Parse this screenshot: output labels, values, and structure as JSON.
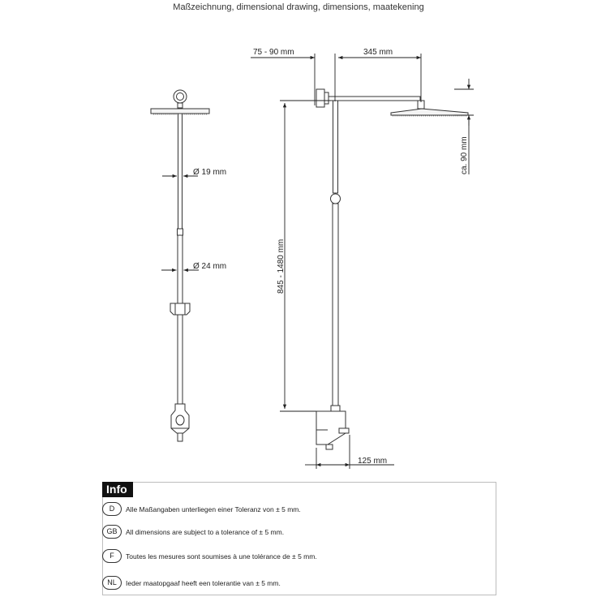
{
  "title": "Maßzeichnung, dimensional drawing, dimensions, maatekening",
  "dimensions": {
    "d19": "Ø 19 mm",
    "d24": "Ø 24 mm",
    "offset": "75 - 90 mm",
    "arm": "345 mm",
    "height": "845 - 1480 mm",
    "head": "ca. 90 mm",
    "base": "125 mm"
  },
  "info": {
    "label": "Info",
    "rows": [
      {
        "code": "D",
        "text": "Alle Maßangaben unterliegen einer Toleranz von ± 5 mm."
      },
      {
        "code": "GB",
        "text": "All dimensions are subject to a tolerance of ± 5 mm."
      },
      {
        "code": "F",
        "text": "Toutes les mesures sont soumises à une tolérance de ± 5 mm."
      },
      {
        "code": "NL",
        "text": "Ieder maatopgaaf heeft een tolerantie van ± 5 mm."
      }
    ]
  }
}
